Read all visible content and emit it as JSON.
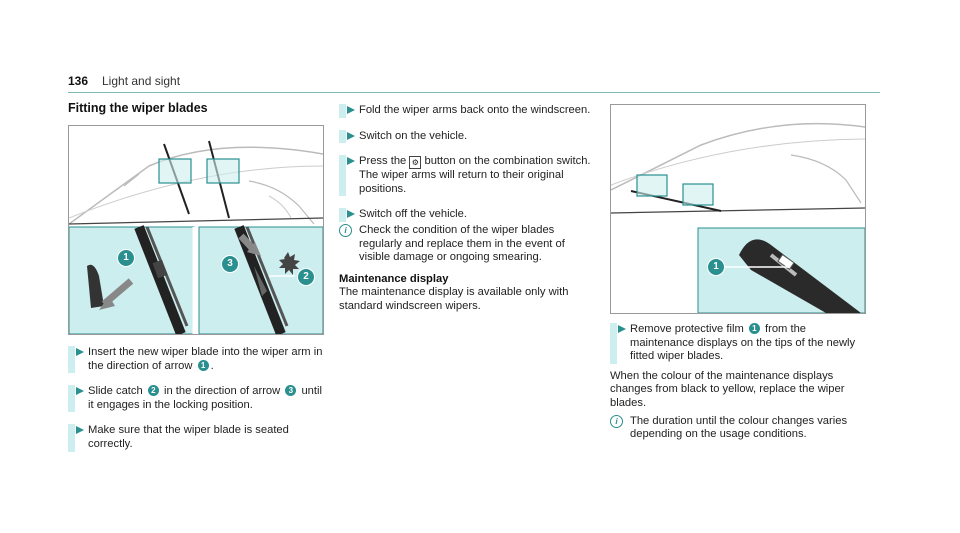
{
  "header": {
    "page_number": "136",
    "title": "Light and sight"
  },
  "section_title": "Fitting the wiper blades",
  "figure1": {
    "callouts": [
      "1",
      "3",
      "2"
    ]
  },
  "figure2": {
    "callouts": [
      "1"
    ]
  },
  "col1": {
    "step1": {
      "a": "Insert the new wiper blade into the wiper arm in the direction of arrow ",
      "callout": "1",
      "b": "."
    },
    "step2": {
      "a": "Slide catch ",
      "c1": "2",
      "b": " in the direction of arrow ",
      "c2": "3",
      "c": " until it engages in the locking position."
    },
    "step3": "Make sure that the wiper blade is seated correctly."
  },
  "col2": {
    "step1": "Fold the wiper arms back onto the windscreen.",
    "step2": "Switch on the vehicle.",
    "step3": {
      "a": "Press the ",
      "icon": "⚙",
      "b": " button on the combination switch.",
      "c": "The wiper arms will return to their original positions."
    },
    "step4": "Switch off the vehicle.",
    "note1": "Check the condition of the wiper blades regularly and replace them in the event of visible damage or ongoing smearing.",
    "subheading": "Maintenance display",
    "para": "The maintenance display is available only with standard windscreen wipers."
  },
  "col3": {
    "step1": {
      "a": "Remove protective film ",
      "callout": "1",
      "b": " from the maintenance displays on the tips of the newly fitted wiper blades."
    },
    "para": "When the colour of the maintenance displays changes from black to yellow, replace the wiper blades.",
    "note1": "The duration until the colour changes varies depending on the usage conditions."
  },
  "colors": {
    "accent": "#2a8f8f",
    "panel": "#cdeeee",
    "rule": "#7fb8b8"
  }
}
